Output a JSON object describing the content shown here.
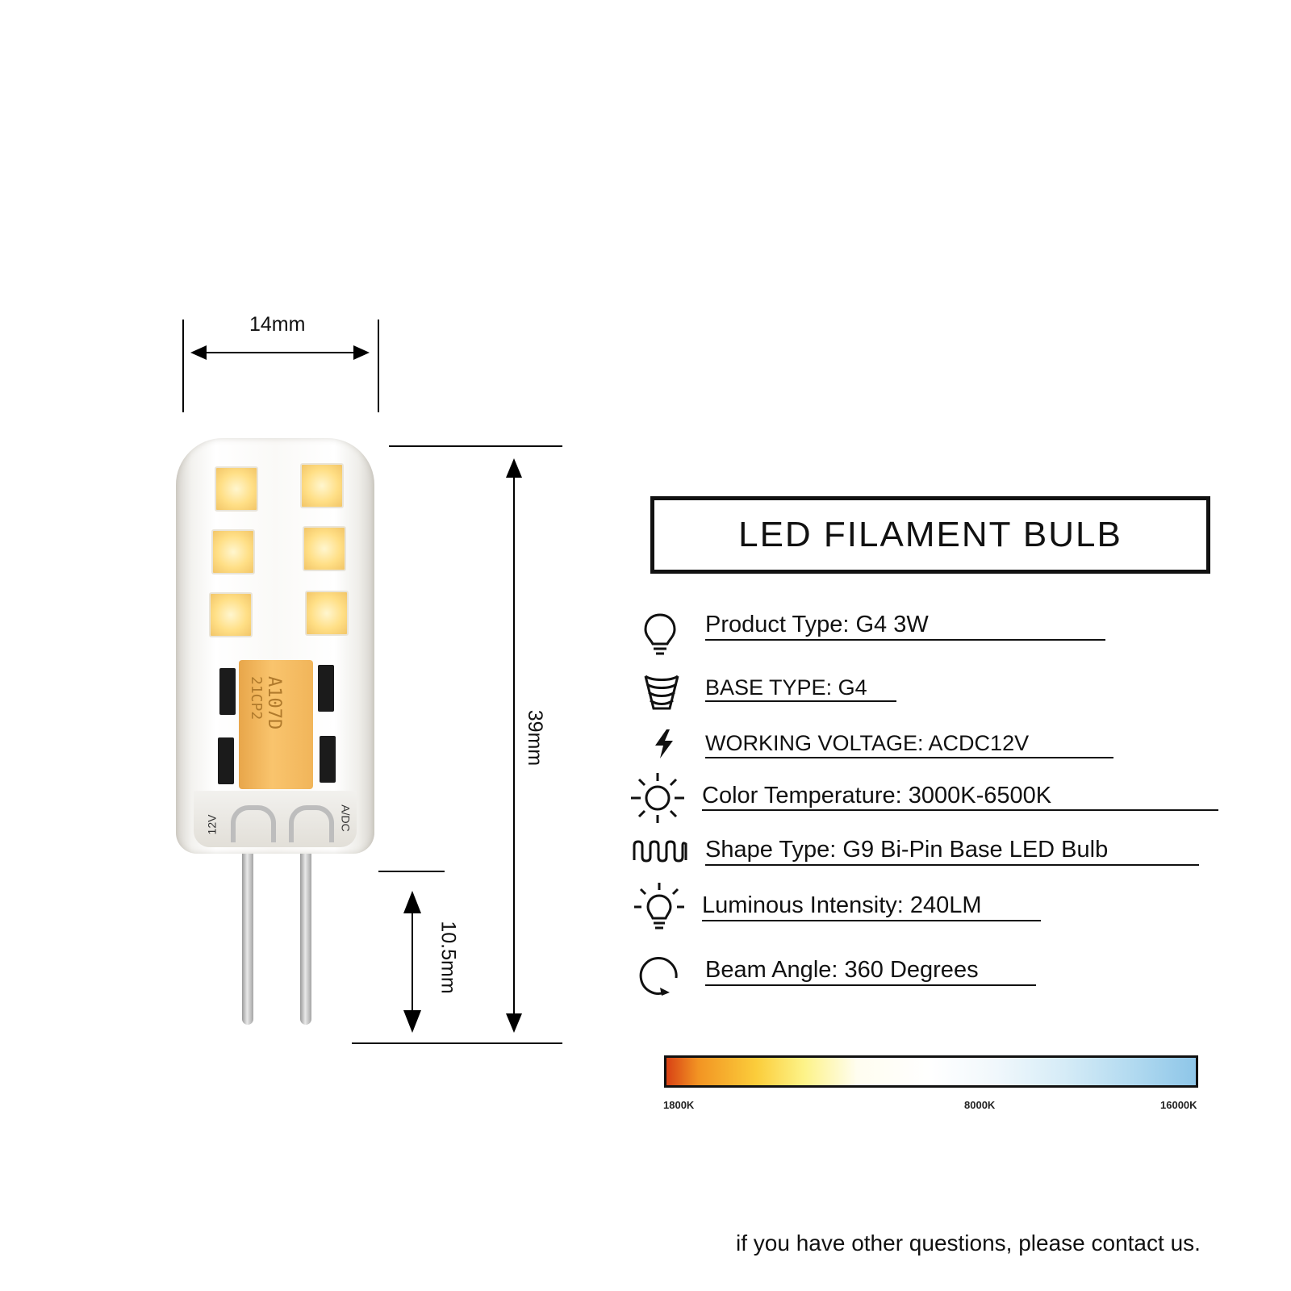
{
  "dimensions": {
    "width": "14mm",
    "height": "39mm",
    "pin_length": "10.5mm"
  },
  "bulb": {
    "label_left": "12V",
    "label_right": "A/DC",
    "capacitor_line1": "A107D",
    "capacitor_line2": "21CP2"
  },
  "title": "LED FILAMENT BULB",
  "specs": [
    {
      "icon": "bulb-icon",
      "label": "Product Type:",
      "value": " G4 3W"
    },
    {
      "icon": "base-icon",
      "label": "BASE TYPE:",
      "value": " G4"
    },
    {
      "icon": "lightning-icon",
      "label": "WORKING VOLTAGE:",
      "value": " ACDC12V"
    },
    {
      "icon": "sun-icon",
      "label": "Color Temperature:",
      "value": " 3000K-6500K"
    },
    {
      "icon": "coil-icon",
      "label": "Shape Type:",
      "value": " G9 Bi-Pin Base LED Bulb"
    },
    {
      "icon": "bright-bulb-icon",
      "label": "Luminous Intensity:",
      "value": " 240LM"
    },
    {
      "icon": "rotate-icon",
      "label": "Beam Angle:",
      "value": " 360 Degrees"
    }
  ],
  "temperature_scale": {
    "labels": [
      "1800K",
      "8000K",
      "16000K"
    ]
  },
  "footer": "if you have other questions, please contact us.",
  "colors": {
    "led": "#ffdf86",
    "capacitor": "#f9c46d",
    "text": "#111111"
  }
}
